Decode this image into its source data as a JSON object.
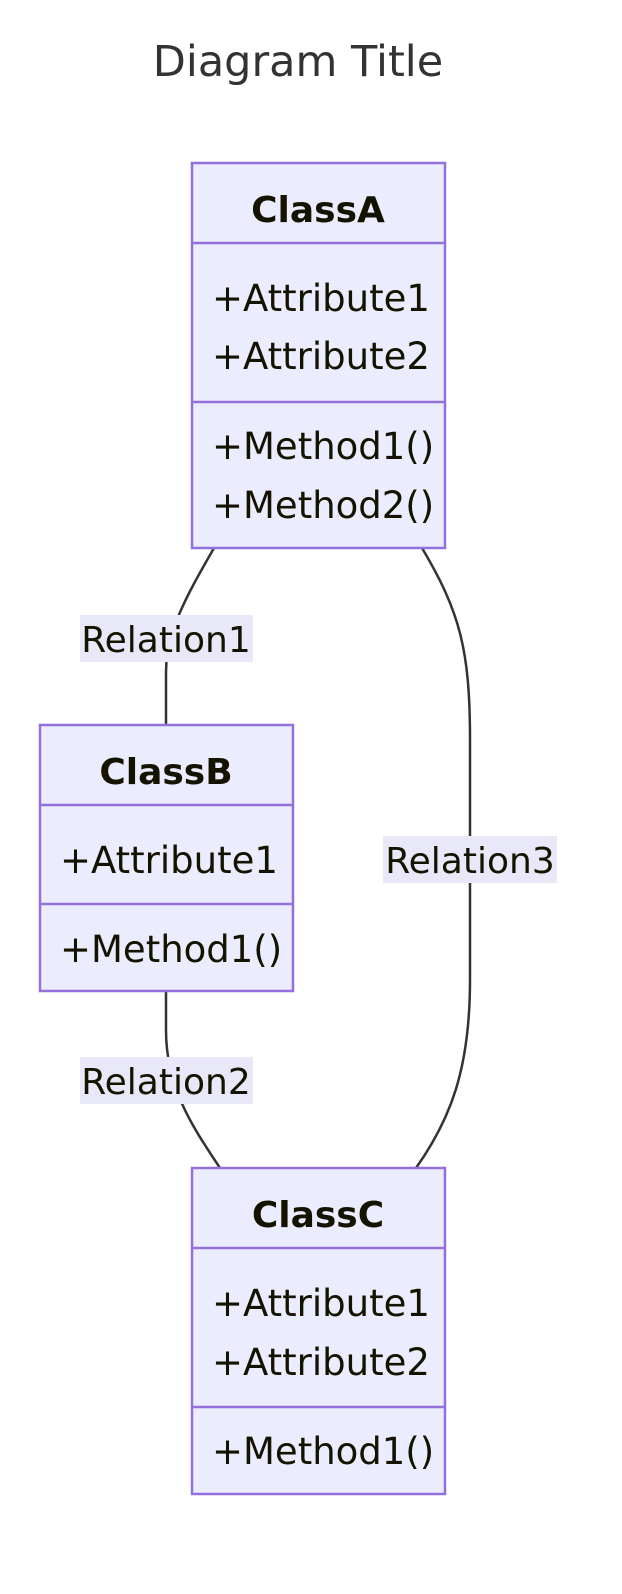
{
  "diagram": {
    "title": "Diagram Title",
    "classes": {
      "a": {
        "name": "ClassA",
        "attributes": [
          "+Attribute1",
          "+Attribute2"
        ],
        "methods": [
          "+Method1()",
          "+Method2()"
        ]
      },
      "b": {
        "name": "ClassB",
        "attributes": [
          "+Attribute1"
        ],
        "methods": [
          "+Method1()"
        ]
      },
      "c": {
        "name": "ClassC",
        "attributes": [
          "+Attribute1",
          "+Attribute2"
        ],
        "methods": [
          "+Method1()"
        ]
      }
    },
    "relations": [
      {
        "from": "ClassA",
        "to": "ClassB",
        "label": "Relation1"
      },
      {
        "from": "ClassB",
        "to": "ClassC",
        "label": "Relation2"
      },
      {
        "from": "ClassA",
        "to": "ClassC",
        "label": "Relation3"
      }
    ],
    "colors": {
      "class_fill": "#ececff",
      "class_stroke": "#9370db",
      "edge": "#333333",
      "text": "#131300"
    }
  }
}
